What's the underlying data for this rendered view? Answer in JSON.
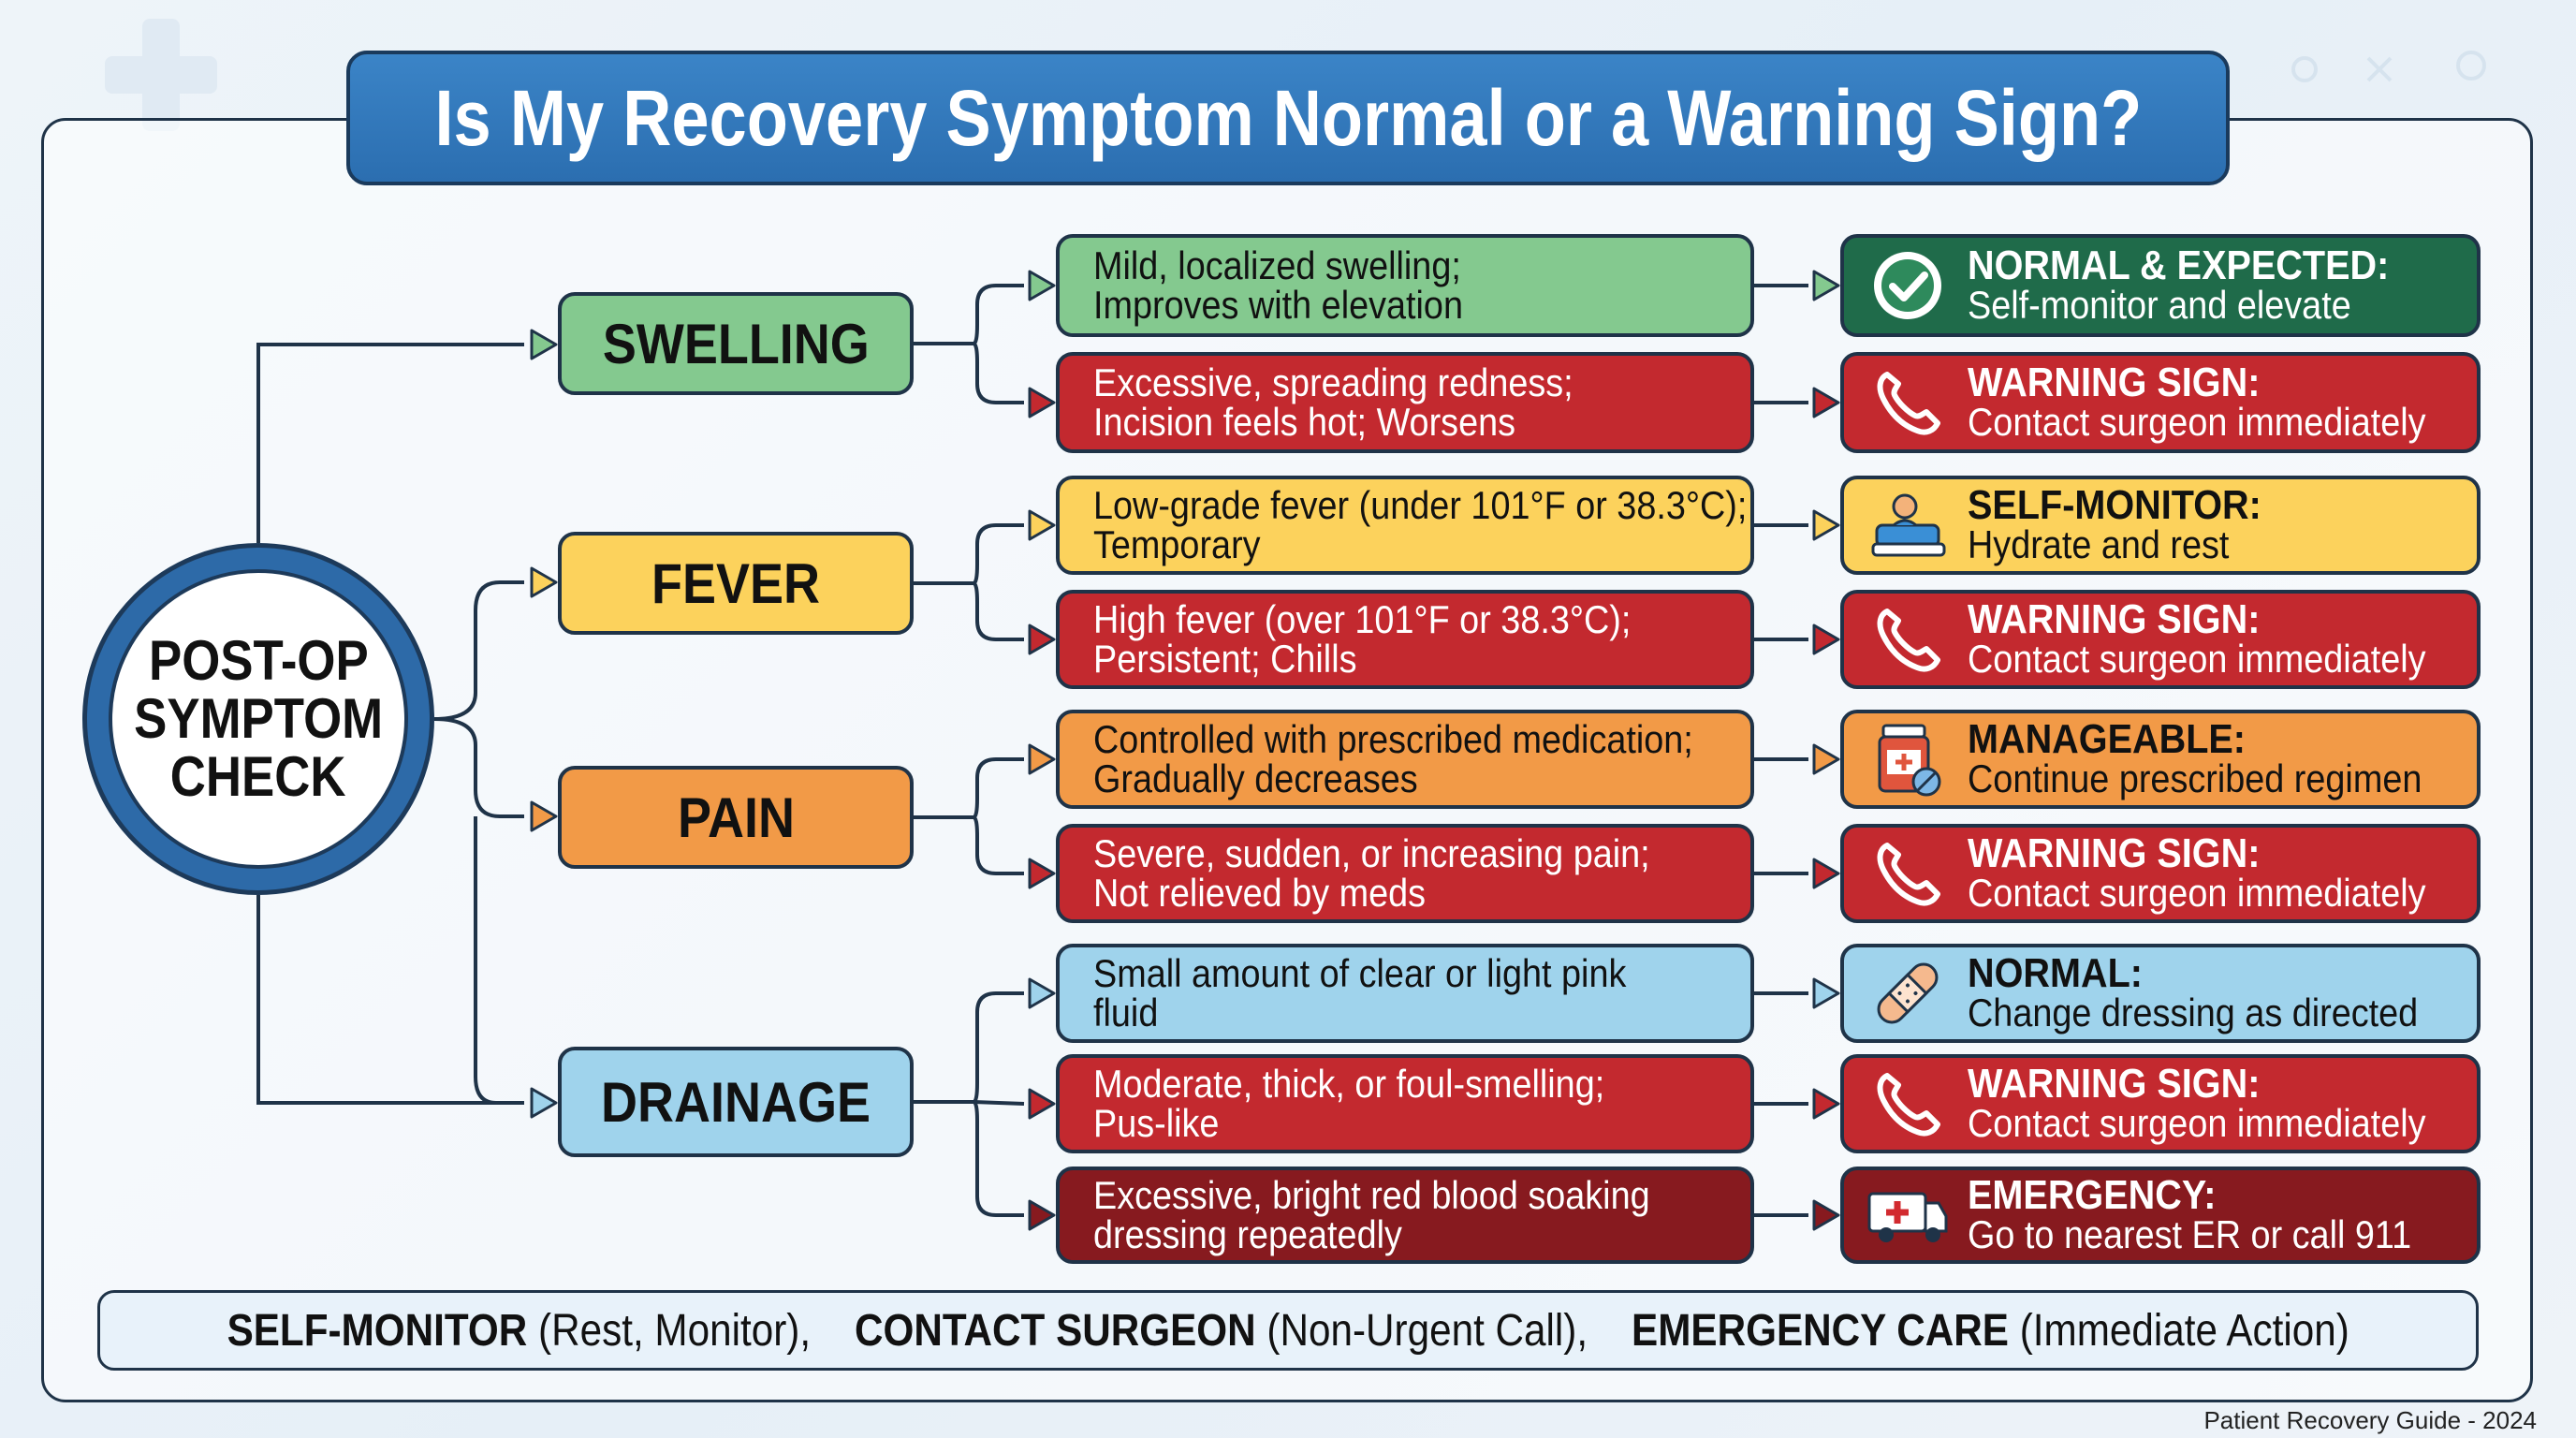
{
  "title": "Is My Recovery Symptom Normal or a Warning Sign?",
  "root": {
    "lines": [
      "POST-OP",
      "SYMPTOM",
      "CHECK"
    ]
  },
  "categories": [
    {
      "label": "SWELLING",
      "color": "#84c98f"
    },
    {
      "label": "FEVER",
      "color": "#fcd25c"
    },
    {
      "label": "PAIN",
      "color": "#f29a47"
    },
    {
      "label": "DRAINAGE",
      "color": "#9fd3ec"
    }
  ],
  "rows": [
    {
      "symptom": [
        "Mild, localized swelling;",
        "Improves with elevation"
      ],
      "head": "NORMAL & EXPECTED:",
      "action": "Self-monitor and elevate",
      "icon": "checkmark-icon"
    },
    {
      "symptom": [
        "Excessive, spreading redness;",
        "Incision feels hot; Worsens"
      ],
      "head": "WARNING SIGN:",
      "action": "Contact surgeon immediately",
      "icon": "phone-icon"
    },
    {
      "symptom": [
        "Low-grade fever (under 101°F or 38.3°C);",
        "Temporary"
      ],
      "head": "SELF-MONITOR:",
      "action": "Hydrate and rest",
      "icon": "resting-person-icon"
    },
    {
      "symptom": [
        "High fever (over 101°F or 38.3°C);",
        "Persistent; Chills"
      ],
      "head": "WARNING SIGN:",
      "action": "Contact surgeon immediately",
      "icon": "phone-icon"
    },
    {
      "symptom": [
        "Controlled with prescribed medication;",
        "Gradually decreases"
      ],
      "head": "MANAGEABLE:",
      "action": "Continue prescribed regimen",
      "icon": "pill-bottle-icon"
    },
    {
      "symptom": [
        "Severe, sudden, or increasing pain;",
        "Not relieved by meds"
      ],
      "head": "WARNING SIGN:",
      "action": "Contact surgeon immediately",
      "icon": "phone-icon"
    },
    {
      "symptom": [
        "Small amount of clear or light pink",
        "fluid"
      ],
      "head": "NORMAL:",
      "action": "Change dressing as directed",
      "icon": "bandage-icon"
    },
    {
      "symptom": [
        "Moderate, thick, or foul-smelling;",
        "Pus-like"
      ],
      "head": "WARNING SIGN:",
      "action": "Contact surgeon immediately",
      "icon": "phone-icon"
    },
    {
      "symptom": [
        "Excessive, bright red blood soaking",
        "dressing repeatedly"
      ],
      "head": "EMERGENCY:",
      "action": "Go to nearest ER or call 911",
      "icon": "ambulance-icon"
    }
  ],
  "legend": [
    {
      "bold": "SELF-MONITOR",
      "rest": " (Rest, Monitor),"
    },
    {
      "bold": "CONTACT SURGEON",
      "rest": " (Non-Urgent Call),"
    },
    {
      "bold": "EMERGENCY CARE",
      "rest": " (Immediate Action)"
    }
  ],
  "footer": "Patient Recovery Guide - 2024",
  "colors": {
    "normal": "#84c98f",
    "normal_dark": "#1f6b4a",
    "warning": "#c3292f",
    "self_monitor": "#fcd25c",
    "manageable": "#f29a47",
    "info": "#9fd3ec",
    "emergency": "#871a1f",
    "title": "#2b6eb0"
  }
}
